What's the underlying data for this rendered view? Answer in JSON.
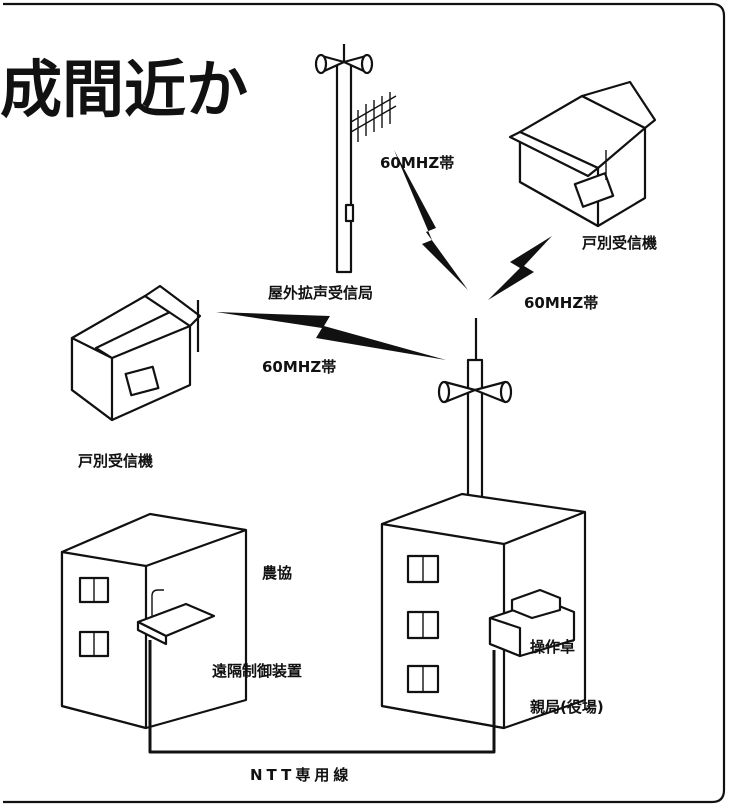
{
  "title_fragment": "成間近か",
  "labels": {
    "band_top": "60MHZ帯",
    "band_right": "60MHZ帯",
    "band_left": "60MHZ帯",
    "receiver_right": "戸別受信機",
    "receiver_left": "戸別受信機",
    "outdoor_station": "屋外拡声受信局",
    "agri_coop": "農協",
    "remote_control": "遠隔制御装置",
    "console": "操作卓",
    "main_station": "親局(役場)",
    "ntt_line": "NTT専用線"
  }
}
